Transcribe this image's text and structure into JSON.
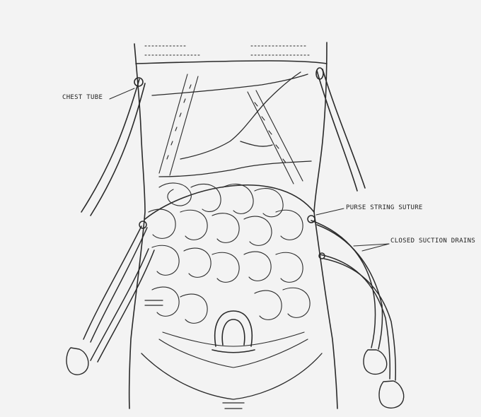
{
  "labels": {
    "chest_tube": "CHEST TUBE",
    "purse_string": "PURSE STRING SUTURE",
    "closed_suction": "CLOSED SUCTION DRAINS"
  },
  "colors": {
    "background": "#f3f3f3",
    "ink": "#2a2a2a"
  }
}
